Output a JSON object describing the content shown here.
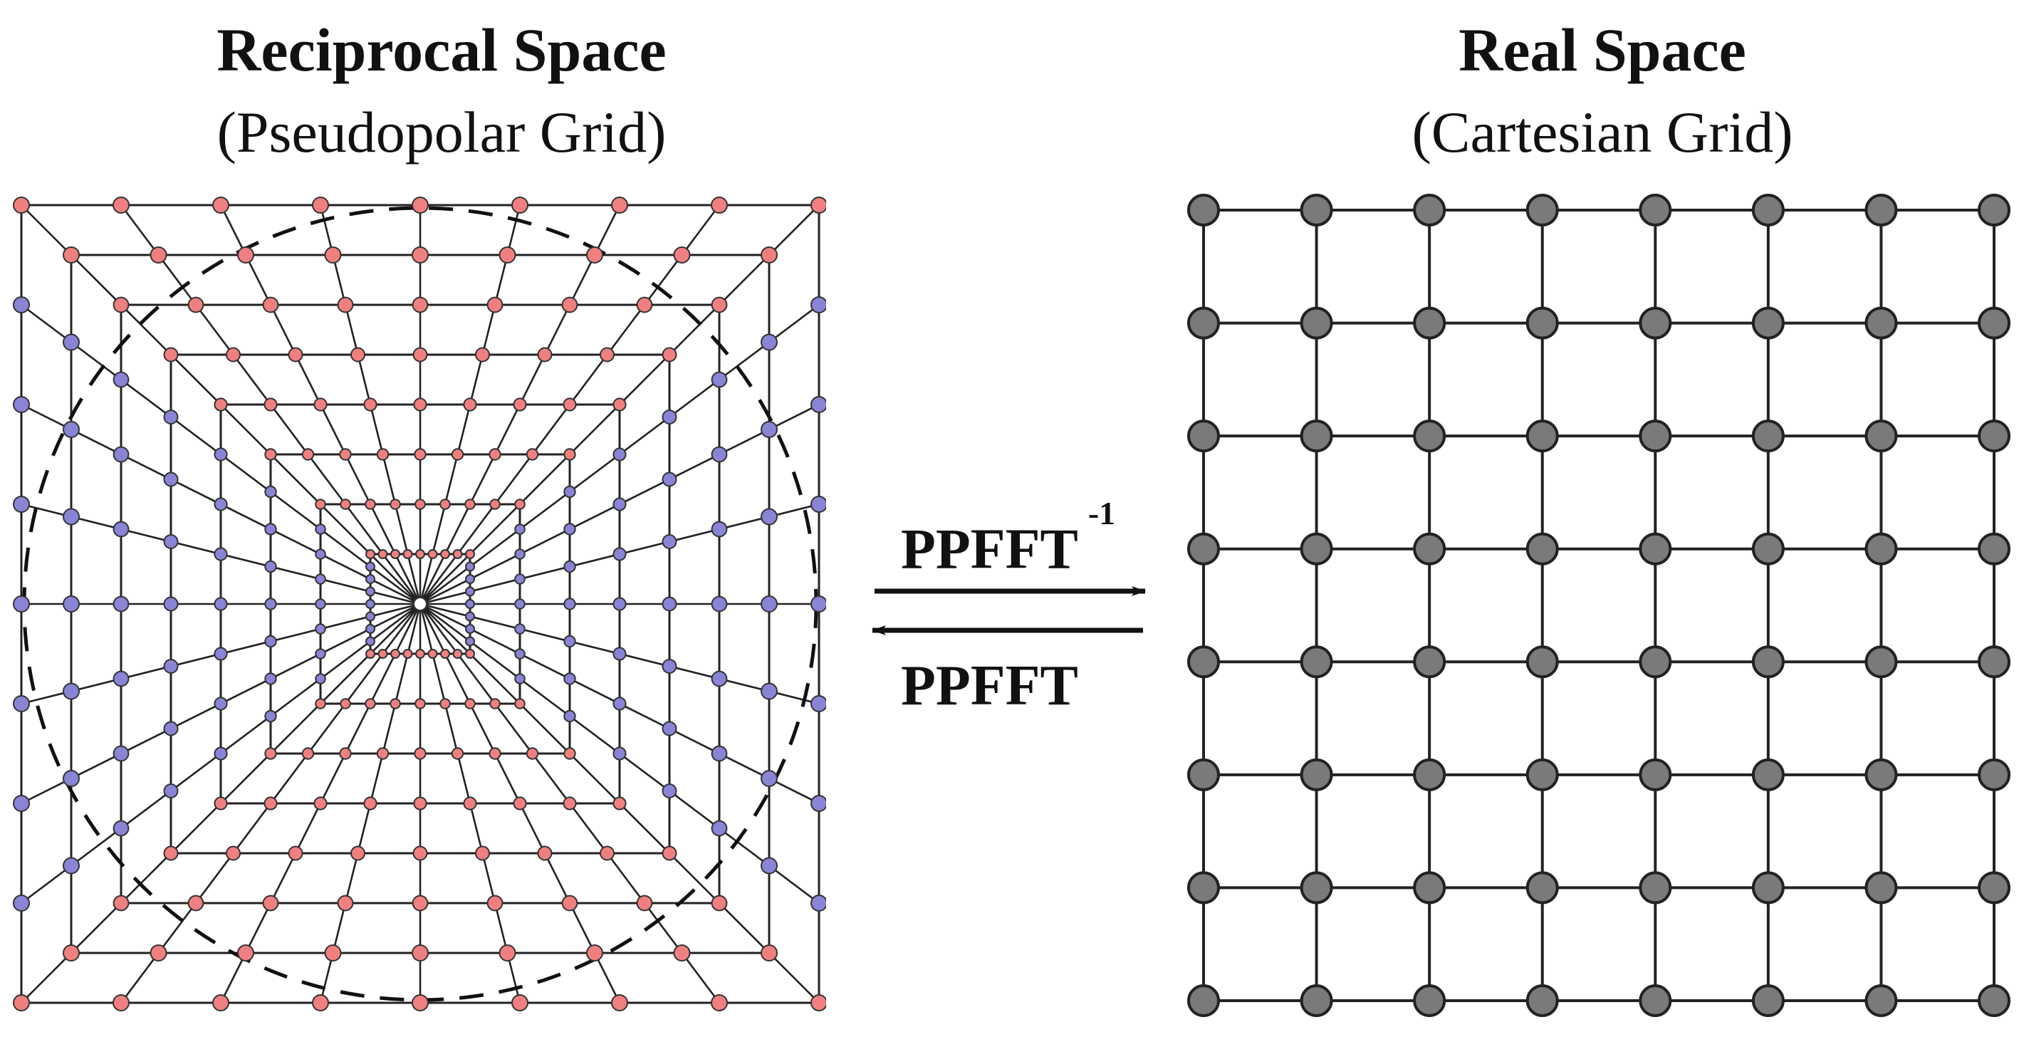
{
  "left_panel": {
    "title": "Reciprocal Space",
    "subtitle": "(Pseudopolar Grid)",
    "levels": 8,
    "points_per_edge_half": 4,
    "colors": {
      "horizontal_points": "#f08080",
      "vertical_points": "#8a84d6",
      "center_point": "#ffffff",
      "lines": "#222222"
    }
  },
  "right_panel": {
    "title": "Real Space",
    "subtitle": "(Cartesian Grid)",
    "rows": 8,
    "cols": 8,
    "colors": {
      "points": "#7a7a7a",
      "lines": "#222222"
    }
  },
  "transforms": {
    "inverse": {
      "label": "PPFFT",
      "superscript": "-1",
      "direction": "left-to-right"
    },
    "forward": {
      "label": "PPFFT",
      "direction": "right-to-left"
    }
  }
}
